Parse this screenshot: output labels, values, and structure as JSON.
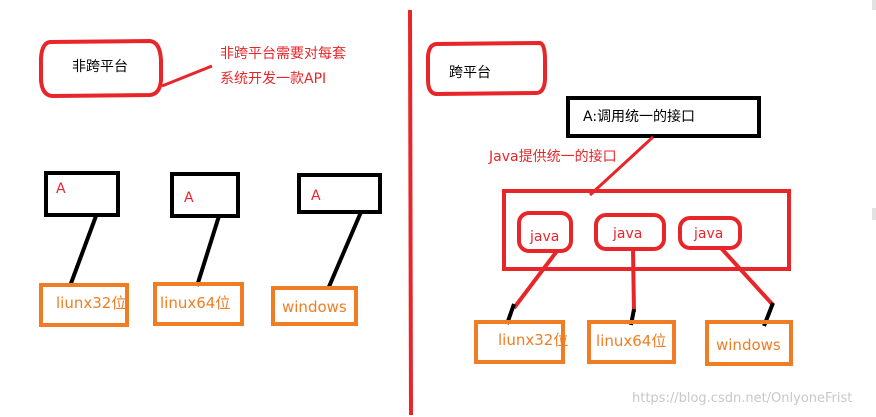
{
  "left": {
    "title": "非跨平台",
    "note_line1": "非跨平台需要对每套",
    "note_line2": "系统开发一款API",
    "app_label": "A",
    "systems": [
      "liunx32位",
      "linux64位",
      "windows"
    ]
  },
  "right": {
    "title": "跨平台",
    "interface": "A:调用统一的接口",
    "note": "Java提供统一的接口",
    "jvms": [
      "java",
      "java",
      "java"
    ],
    "systems": [
      "liunx32位",
      "linux64位",
      "windows"
    ]
  },
  "watermark": "https://blog.csdn.net/OnlyoneFrist",
  "colors": {
    "red": "#e8262a",
    "orange": "#f07d24",
    "black": "#000000"
  }
}
